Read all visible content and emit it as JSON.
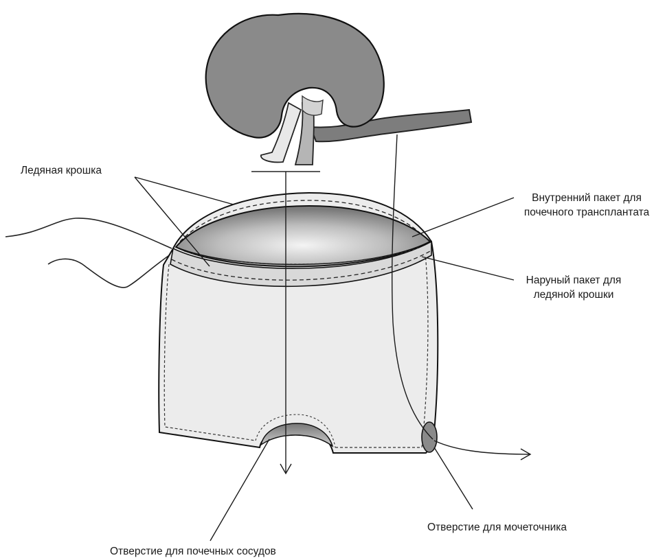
{
  "labels": {
    "ice_chips": "Ледяная крошка",
    "inner_bag_line1": "Внутренний пакет для",
    "inner_bag_line2": "почечного трансплантата",
    "outer_bag_line1": "Наруный пакет для",
    "outer_bag_line2": "ледяной крошки",
    "ureter_opening": "Отверстие для мочеточника",
    "vessel_opening": "Отверстие для почечных сосудов"
  }
}
